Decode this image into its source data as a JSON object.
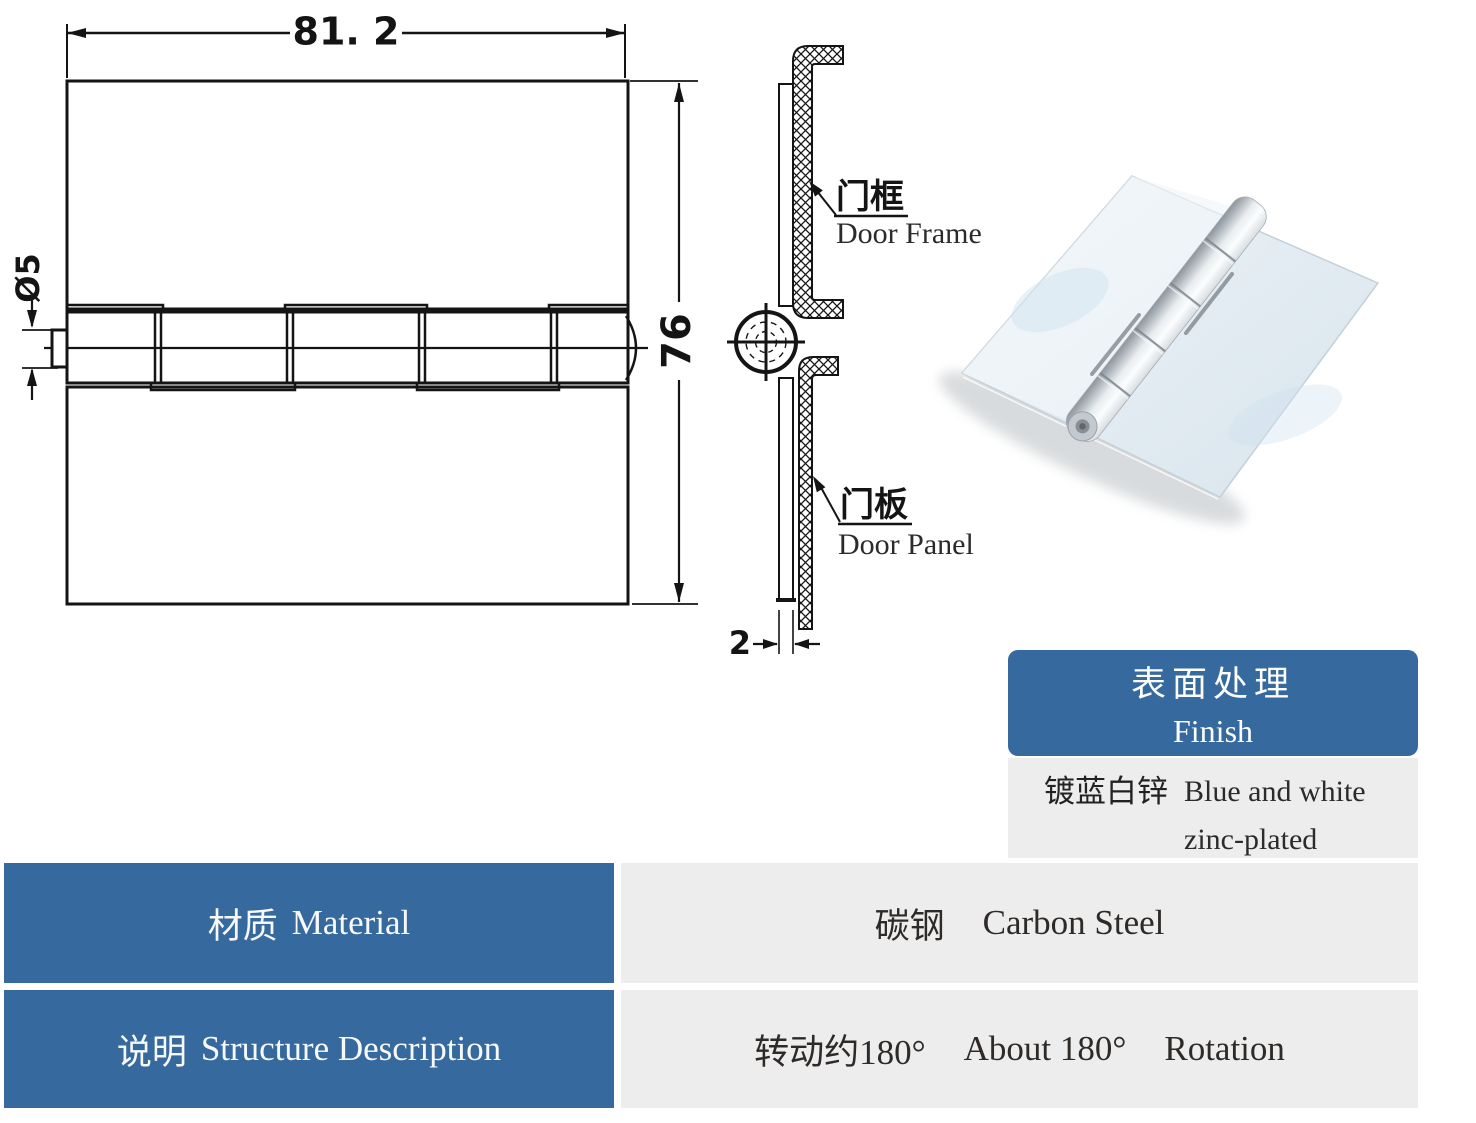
{
  "colors": {
    "header_blue": "#36699e",
    "cell_gray": "#ededed",
    "drawing_line": "#141414"
  },
  "front_view": {
    "width_dim": "81. 2",
    "height_dim": "76",
    "pin_diameter_dim": "Ø5"
  },
  "side_view": {
    "door_frame_label_cn": "门框",
    "door_frame_label_en": "Door Frame",
    "door_panel_label_cn": "门板",
    "door_panel_label_en": "Door Panel",
    "panel_thickness_dim": "2"
  },
  "finish_panel": {
    "title_cn": "表面处理",
    "title_en": "Finish",
    "value_cn": "镀蓝白锌",
    "value_en_line1": "Blue and white",
    "value_en_line2": "zinc-plated"
  },
  "spec_table": {
    "rows": [
      {
        "label_cn": "材质",
        "label_en": "Material",
        "value_parts": [
          "碳钢",
          "Carbon Steel",
          ""
        ]
      },
      {
        "label_cn": "说明",
        "label_en": "Structure Description",
        "value_parts": [
          "转动约180°",
          "About 180°",
          "Rotation"
        ]
      }
    ]
  }
}
